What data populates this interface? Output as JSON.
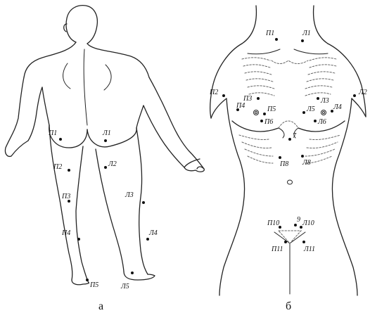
{
  "figures": [
    {
      "caption": "а",
      "points": [
        {
          "label": "П1"
        },
        {
          "label": "Л1"
        },
        {
          "label": "П2"
        },
        {
          "label": "Л2"
        },
        {
          "label": "П3"
        },
        {
          "label": "Л3"
        },
        {
          "label": "П4"
        },
        {
          "label": "Л4"
        },
        {
          "label": "П5"
        },
        {
          "label": "Л5"
        }
      ]
    },
    {
      "caption": "б",
      "points": [
        {
          "label": "П1"
        },
        {
          "label": "Л1"
        },
        {
          "label": "П2"
        },
        {
          "label": "Л2"
        },
        {
          "label": "П3"
        },
        {
          "label": "Л3"
        },
        {
          "label": "П4"
        },
        {
          "label": "Л4"
        },
        {
          "label": "П5"
        },
        {
          "label": "Л5"
        },
        {
          "label": "П6"
        },
        {
          "label": "Л6"
        },
        {
          "label": "7"
        },
        {
          "label": "П8"
        },
        {
          "label": "Л8"
        },
        {
          "label": "9"
        },
        {
          "label": "П10"
        },
        {
          "label": "Л10"
        },
        {
          "label": "П11"
        },
        {
          "label": "Л11"
        }
      ]
    }
  ]
}
